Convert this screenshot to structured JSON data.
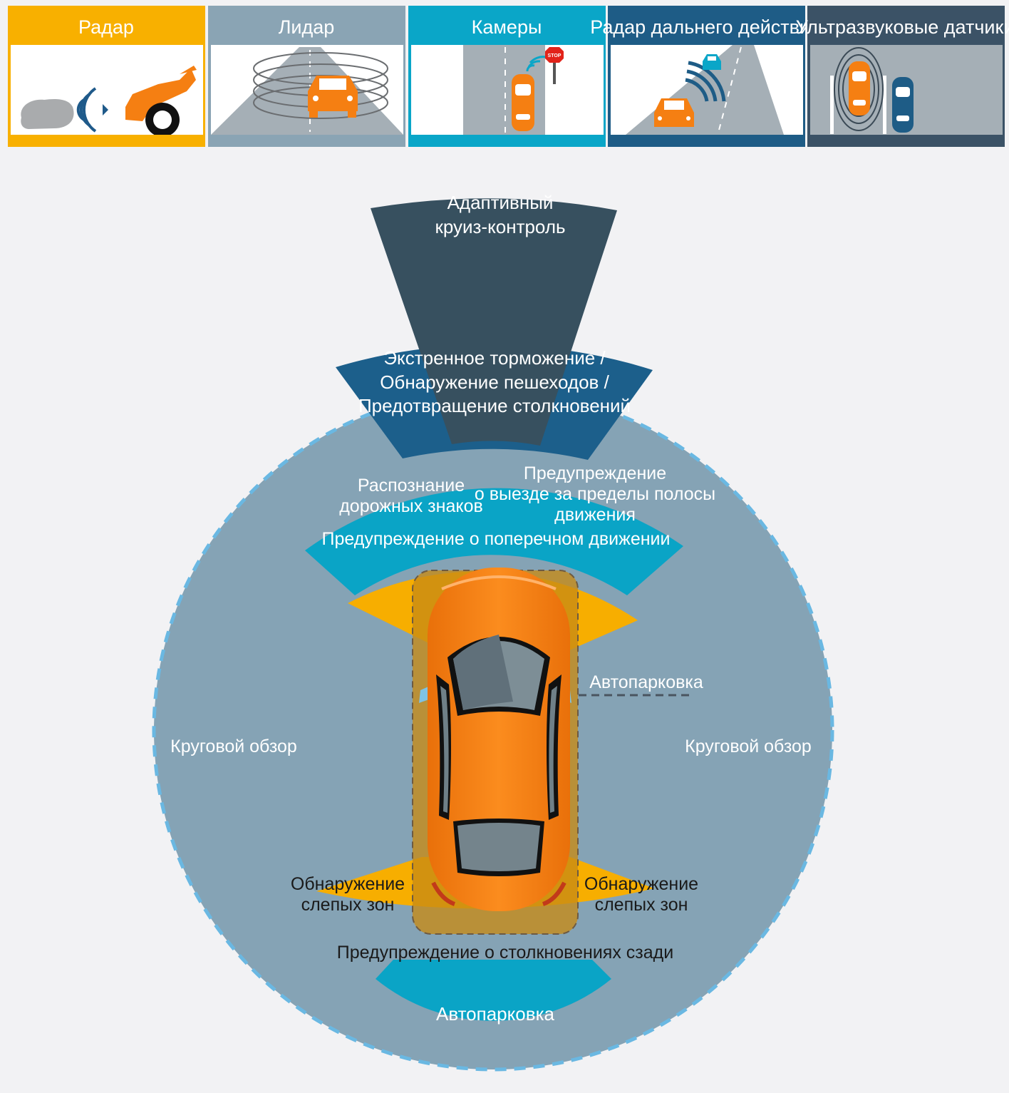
{
  "legend": [
    {
      "label": "Радар",
      "color": "#f8b000",
      "icon": "radar-icon"
    },
    {
      "label": "Лидар",
      "color": "#8aa4b4",
      "icon": "lidar-icon"
    },
    {
      "label": "Камеры",
      "color": "#0aa6c8",
      "icon": "camera-icon"
    },
    {
      "label": "Радар дальнего действия",
      "color": "#1e5c86",
      "icon": "long-range-radar-icon"
    },
    {
      "label": "Ультразвуковые датчики",
      "color": "#3b5266",
      "icon": "ultrasonic-sensor-icon"
    }
  ],
  "zones": {
    "acc": {
      "line1": "Адаптивный",
      "line2": "круиз-контроль"
    },
    "braking": {
      "line1": "Экстренное торможение /",
      "line2": "Обнаружение пешеходов /",
      "line3": "Предотвращение столкновений"
    },
    "signs": {
      "line1": "Распознание",
      "line2": "дорожных знаков"
    },
    "lane": {
      "line1": "Предупреждение",
      "line2": "о выезде за пределы полосы",
      "line3": "движения"
    },
    "cross": "Предупреждение о поперечном движении",
    "parking_side": "Автопарковка",
    "surround_left": "Круговой обзор",
    "surround_right": "Круговой обзор",
    "blind_left": {
      "line1": "Обнаружение",
      "line2": "слепых зон"
    },
    "blind_right": {
      "line1": "Обнаружение",
      "line2": "слепых зон"
    },
    "rear_collision": "Предупреждение о столкновениях сзади",
    "parking_rear": "Автопарковка"
  },
  "stop_sign_text": "STOP",
  "colors": {
    "surround": "#85a3b5",
    "surround_dash": "#6ab8e2",
    "acc": "#37505f",
    "braking": "#1c5f8b",
    "camera": "#0aa4c6",
    "radar": "#f7ae00",
    "car": "#f57f12",
    "background": "#f2f2f4"
  }
}
